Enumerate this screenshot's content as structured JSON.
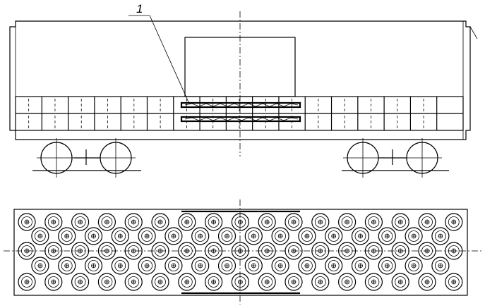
{
  "diagram": {
    "callouts": [
      {
        "id": "callout-1",
        "text": "1"
      }
    ],
    "colors": {
      "stroke": "#000000",
      "background": "#ffffff"
    },
    "side_view": {
      "top_row_blocks": 17,
      "bottom_row_blocks": 17,
      "wheelsets": 4
    },
    "plan_view": {
      "rows": 5,
      "cylinders_long_row": 17,
      "cylinders_short_row": 16
    }
  }
}
